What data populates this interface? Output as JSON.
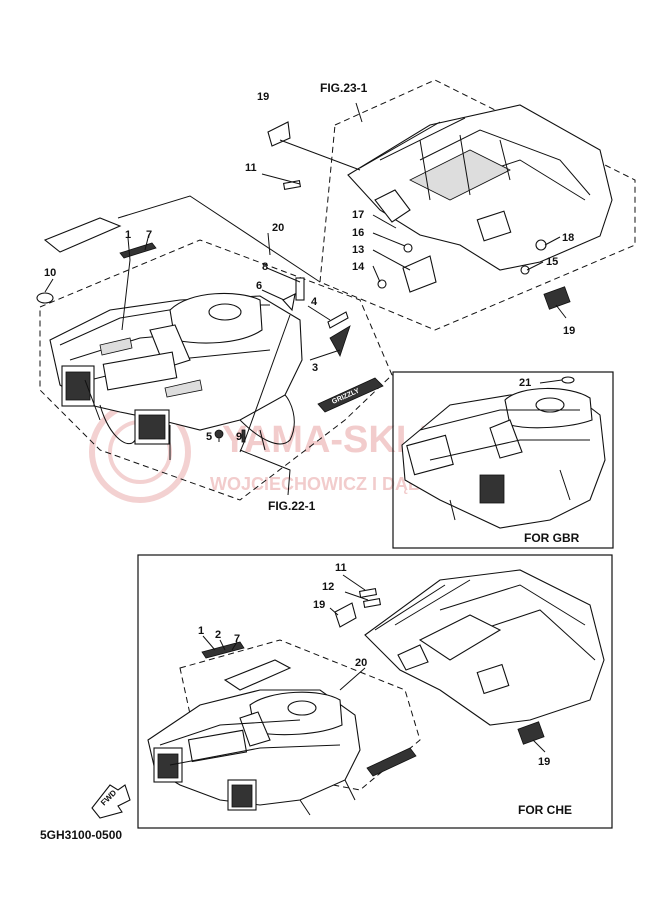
{
  "diagram_code": "5GH3100-0500",
  "fig_refs": {
    "top": "FIG.23-1",
    "bottom": "FIG.22-1"
  },
  "insets": {
    "gbr": "FOR GBR",
    "che": "FOR CHE"
  },
  "watermark": {
    "line1": "YAMA-SKLEP",
    "line2": "WOJCIECHOWICZ I DĄBROWSKI"
  },
  "decal_text": "GRIZZLY",
  "fwd_label": "FWD",
  "callouts": {
    "main": {
      "c19a": "19",
      "c11": "11",
      "c17": "17",
      "c16": "16",
      "c13": "13",
      "c14": "14",
      "c18": "18",
      "c15": "15",
      "c19b": "19",
      "c20": "20",
      "c1": "1",
      "c7": "7",
      "c10": "10",
      "c8": "8",
      "c6": "6",
      "c4": "4",
      "c3": "3",
      "c5": "5",
      "c9": "9"
    },
    "gbr": {
      "c21": "21"
    },
    "che": {
      "c11": "11",
      "c12": "12",
      "c19a": "19",
      "c1": "1",
      "c2": "2",
      "c7": "7",
      "c20": "20",
      "c19b": "19"
    }
  }
}
